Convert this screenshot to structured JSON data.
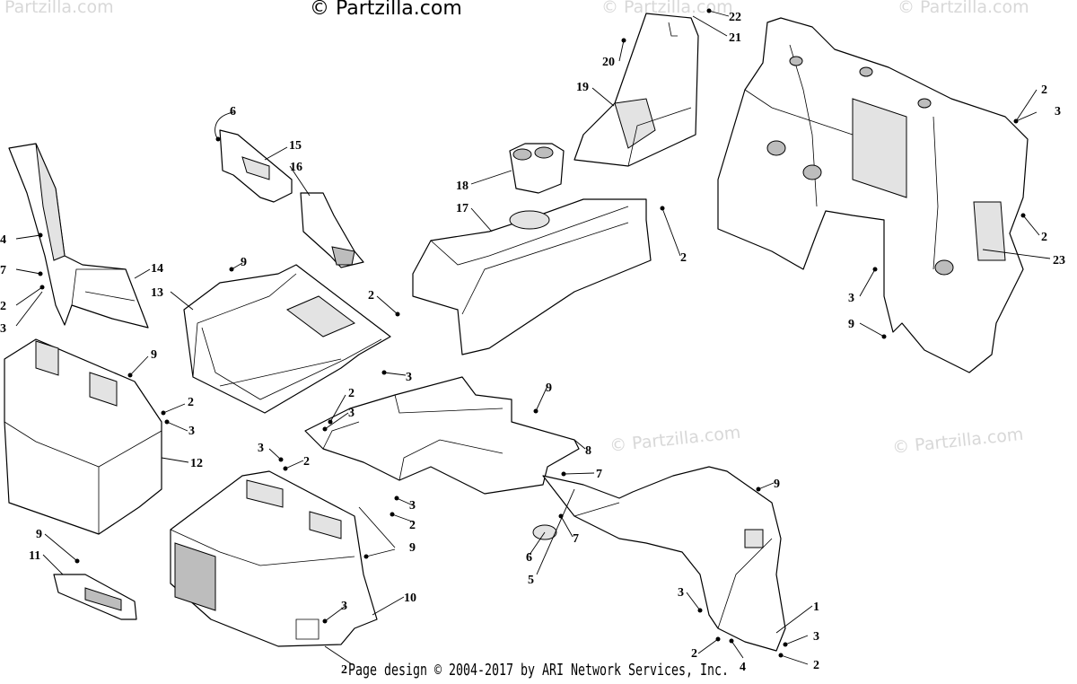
{
  "watermarks": {
    "top": "© Partzilla.com",
    "repeat": "© Partzilla.com"
  },
  "footer": {
    "text": "Page design © 2004-2017 by ARI Network Services, Inc."
  },
  "callouts": {
    "c1": "1",
    "c2": "2",
    "c3": "3",
    "c4": "4",
    "c5": "5",
    "c6": "6",
    "c7": "7",
    "c8": "8",
    "c9": "9",
    "c10": "10",
    "c11": "11",
    "c12": "12",
    "c13": "13",
    "c14": "14",
    "c15": "15",
    "c16": "16",
    "c17": "17",
    "c18": "18",
    "c19": "19",
    "c20": "20",
    "c21": "21",
    "c22": "22",
    "c23": "23"
  }
}
